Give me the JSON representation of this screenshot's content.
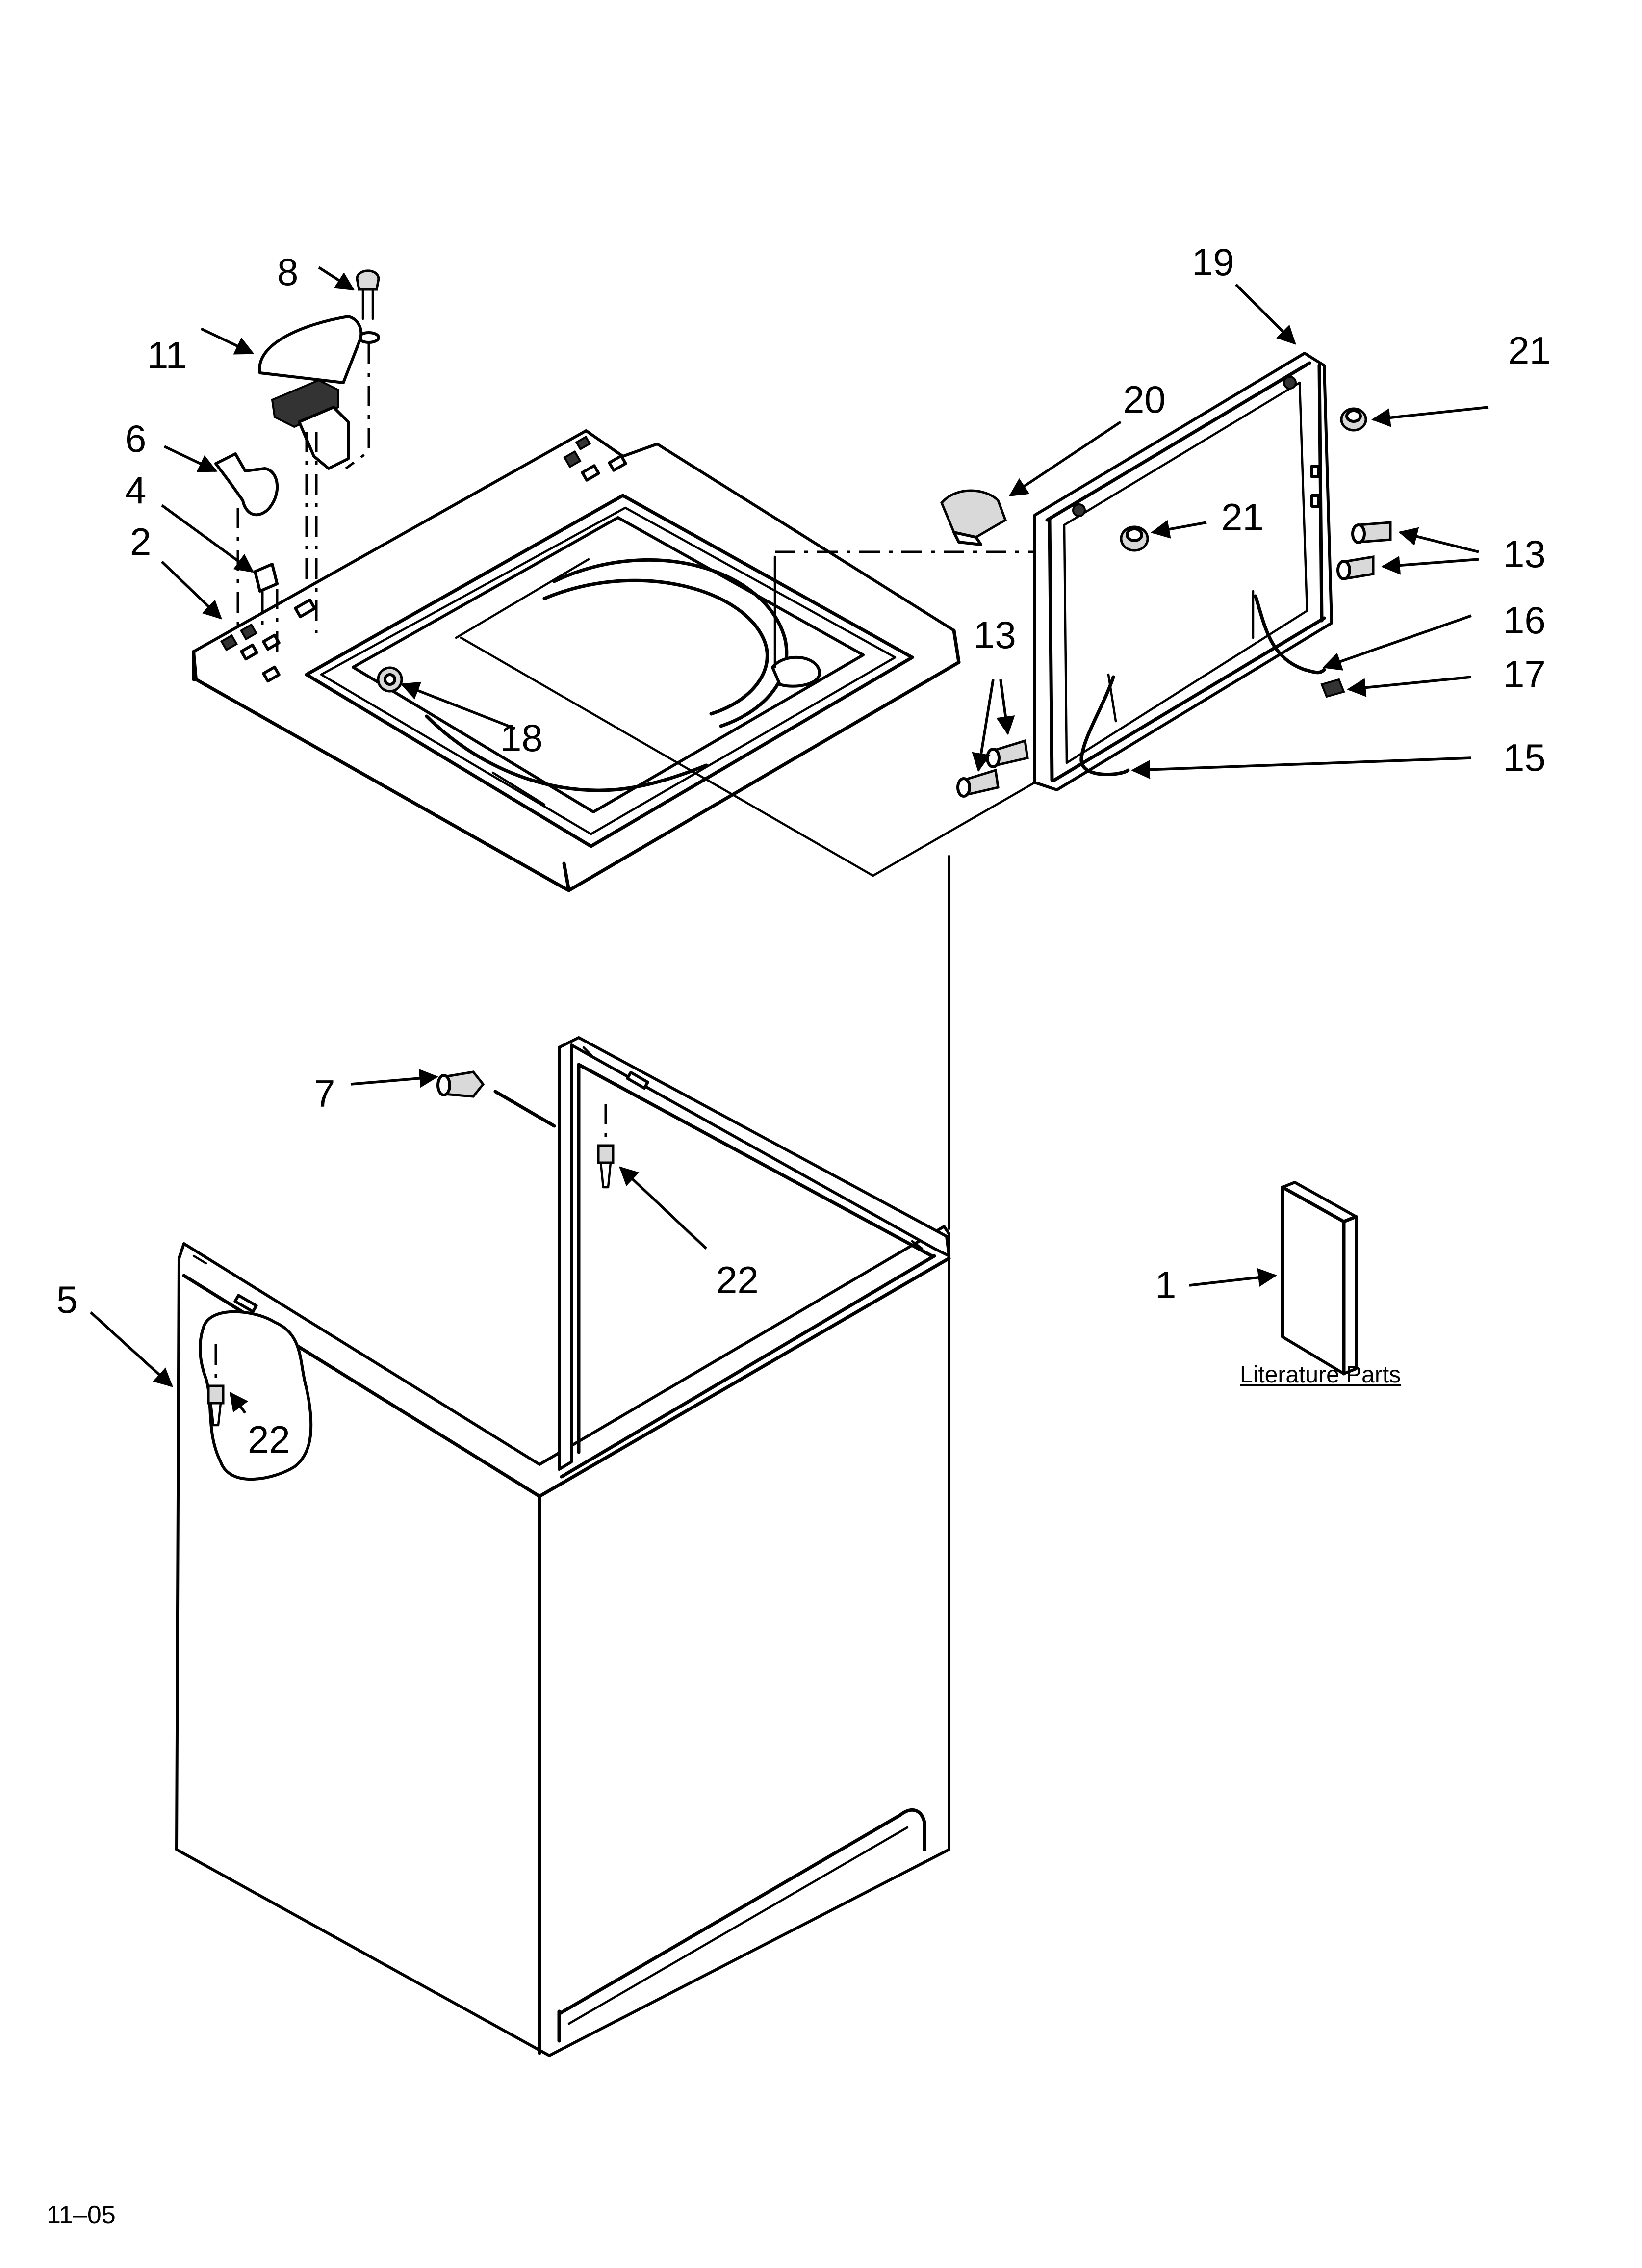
{
  "callouts": {
    "c1": "1",
    "c2": "2",
    "c4": "4",
    "c5": "5",
    "c6": "6",
    "c7": "7",
    "c8": "8",
    "c11": "11",
    "c13a": "13",
    "c13b": "13",
    "c15": "15",
    "c16": "16",
    "c17": "17",
    "c18": "18",
    "c19": "19",
    "c20": "20",
    "c21a": "21",
    "c21b": "21",
    "c22a": "22",
    "c22b": "22"
  },
  "literature_label": "Literature Parts",
  "document_code": "11–05"
}
